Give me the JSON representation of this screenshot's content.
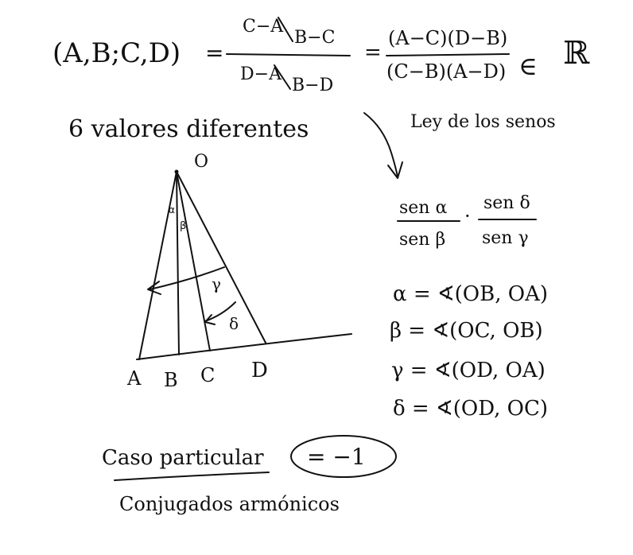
{
  "cross_ratio": {
    "lhs": "(A,B;C,D)",
    "equals": "=",
    "num1": "C−A",
    "den1_inner": "B−C",
    "num2": "D−A",
    "den2_inner": "B−D",
    "equals2": "=",
    "rhs_num": "(A−C)(D−B)",
    "rhs_den": "(C−B)(A−D)",
    "in_symbol": "∈",
    "real_symbol": "ℝ"
  },
  "values_note": "6 valores diferentes",
  "ley_note": "Ley de los senos",
  "sine_ratio": {
    "num_left": "sen α",
    "den_left": "sen β",
    "dot": "·",
    "num_right": "sen δ",
    "den_right": "sen γ"
  },
  "angle_defs": [
    "α = ∢(OB, OA)",
    "β = ∢(OC, OB)",
    "γ = ∢(OD, OA)",
    "δ = ∢(OD, OC)"
  ],
  "diagram": {
    "apex": "O",
    "points": [
      "A",
      "B",
      "C",
      "D"
    ],
    "angle_labels": [
      "α",
      "β",
      "γ",
      "δ"
    ]
  },
  "caso_particular": "Caso particular",
  "caso_value": "= −1",
  "conjugados": "Conjugados armónicos"
}
